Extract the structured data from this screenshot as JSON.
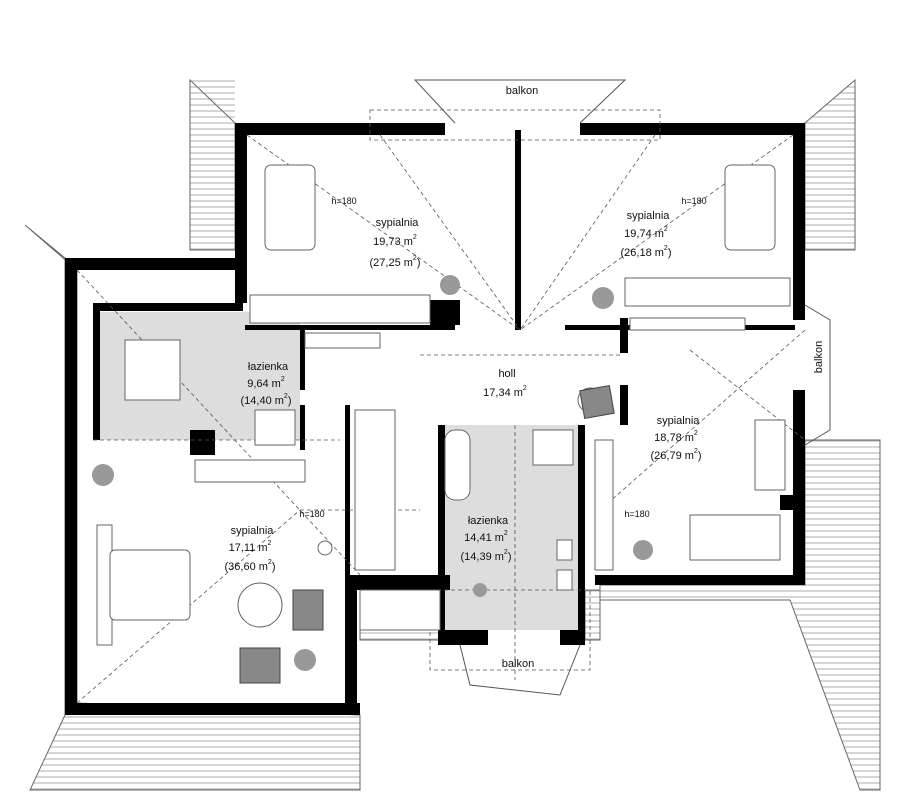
{
  "rooms": [
    {
      "name": "sypialnia",
      "area": "19,73 m",
      "gross": "(27,25 m",
      "gross_end": ")"
    },
    {
      "name": "sypialnia",
      "area": "19,74 m",
      "gross": "(26,18 m",
      "gross_end": ")"
    },
    {
      "name": "łazienka",
      "area": "9,64 m",
      "gross": "(14,40 m",
      "gross_end": ")"
    },
    {
      "name": "holl",
      "area": "17,34 m"
    },
    {
      "name": "sypialnia",
      "area": "18,78 m",
      "gross": "(26,79 m",
      "gross_end": ")"
    },
    {
      "name": "łazienka",
      "area": "14,41 m",
      "gross": "(14,39 m",
      "gross_end": ")"
    },
    {
      "name": "sypialnia",
      "area": "17,11 m",
      "gross": "(36,60 m",
      "gross_end": ")"
    }
  ],
  "sup": "2",
  "balconies": [
    "balkon",
    "balkon",
    "balkon"
  ],
  "heights": [
    "h=180",
    "h=180",
    "h=180",
    "h=180"
  ],
  "colors": {
    "wall": "#000000",
    "bathroom_floor": "#dddddd",
    "furniture": "#888888"
  }
}
